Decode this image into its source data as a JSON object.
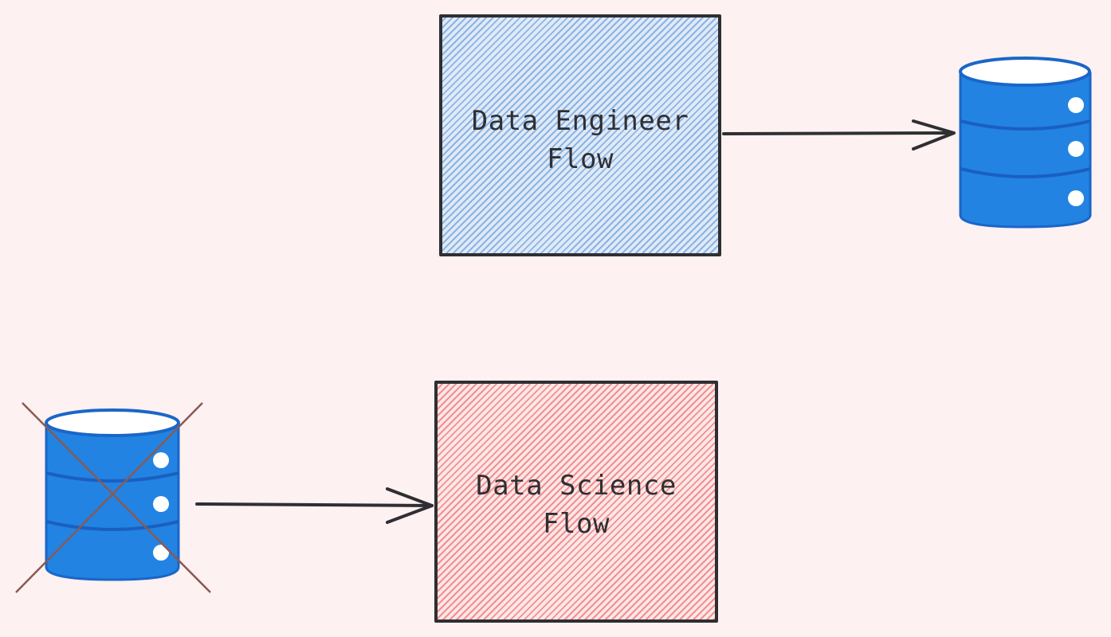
{
  "diagram": {
    "background_color": "#fdf1f1",
    "nodes": [
      {
        "id": "data-engineer-flow",
        "label": "Data Engineer\nFlow",
        "fill": "#a8c7ec",
        "border": "#2f2f33"
      },
      {
        "id": "data-science-flow",
        "label": "Data Science\nFlow",
        "fill": "#f4a3a3",
        "border": "#2f2f33"
      }
    ],
    "databases": [
      {
        "id": "output-database",
        "icon": "database-icon",
        "color": "#2283e3",
        "crossed_out": false
      },
      {
        "id": "input-database",
        "icon": "database-icon",
        "color": "#2283e3",
        "crossed_out": true
      }
    ],
    "edges": [
      {
        "from": "data-engineer-flow",
        "to": "output-database"
      },
      {
        "from": "input-database",
        "to": "data-science-flow"
      }
    ]
  }
}
